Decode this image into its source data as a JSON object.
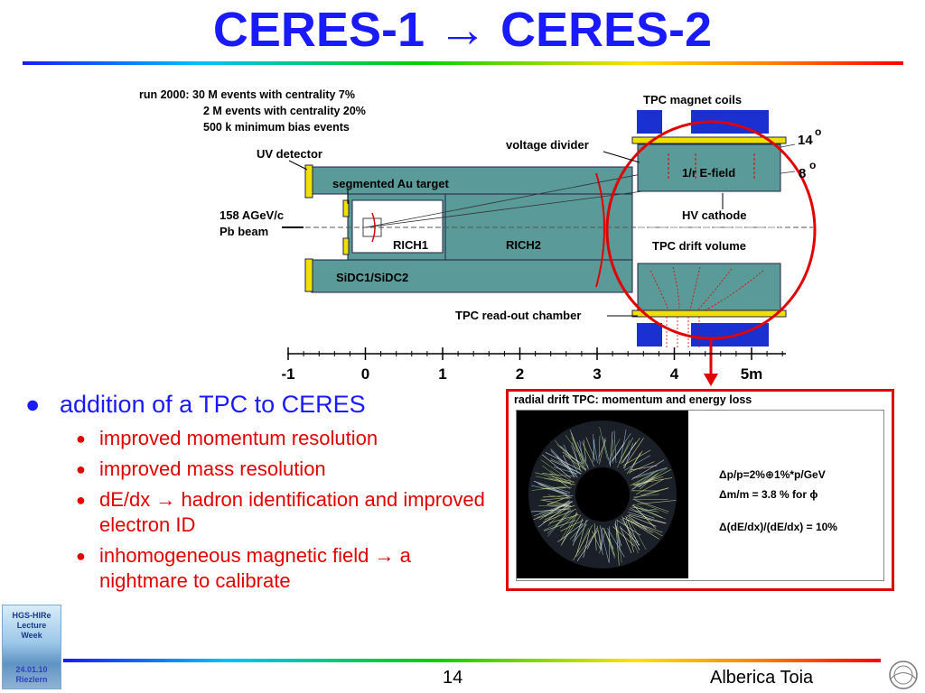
{
  "slide": {
    "title": "CERES-1 → CERES-2",
    "page_number": "14",
    "author": "Alberica Toia"
  },
  "badge": {
    "line1": "HGS-HIRe",
    "line2": "Lecture",
    "line3": "Week",
    "date": "24.01.10",
    "place": "Riezlern"
  },
  "diagram": {
    "run_lines": [
      "run 2000: 30 M events with centrality 7%",
      "2 M events with centrality 20%",
      "500 k minimum bias events"
    ],
    "uv_detector": "UV detector",
    "segmented_target": "segmented Au target",
    "beam_line1": "158 AGeV/c",
    "beam_line2": "Pb beam",
    "rich1": "RICH1",
    "rich2": "RICH2",
    "sidc": "SiDC1/SiDC2",
    "voltage_divider": "voltage divider",
    "magnet_coils": "TPC magnet coils",
    "e_field": "1/r E-field",
    "hv_cathode": "HV cathode",
    "drift_volume": "TPC drift volume",
    "readout_chamber": "TPC read-out chamber",
    "angle_14": "14",
    "angle_8": "8",
    "degree": "o",
    "axis_ticks": [
      "-1",
      "0",
      "1",
      "2",
      "3",
      "4",
      "5m"
    ]
  },
  "bullets": {
    "main": "addition of a TPC to CERES",
    "sub": [
      "improved momentum resolution",
      "improved mass resolution",
      "dE/dx → hadron identification and improved electron ID",
      "inhomogeneous magnetic field → a nightmare to calibrate"
    ]
  },
  "panel": {
    "title": "radial drift TPC: momentum and  energy loss",
    "formula1": "Δp/p=2%⊕1%*p/GeV",
    "formula2": "Δm/m = 3.8 % for ϕ",
    "formula3": "Δ(dE/dx)/(dE/dx) = 10%"
  },
  "colors": {
    "title_blue": "#1a1aff",
    "red": "#e00000",
    "teal": "#5a9a98",
    "yellow": "#f0e000",
    "coil_blue": "#1a30d0"
  }
}
